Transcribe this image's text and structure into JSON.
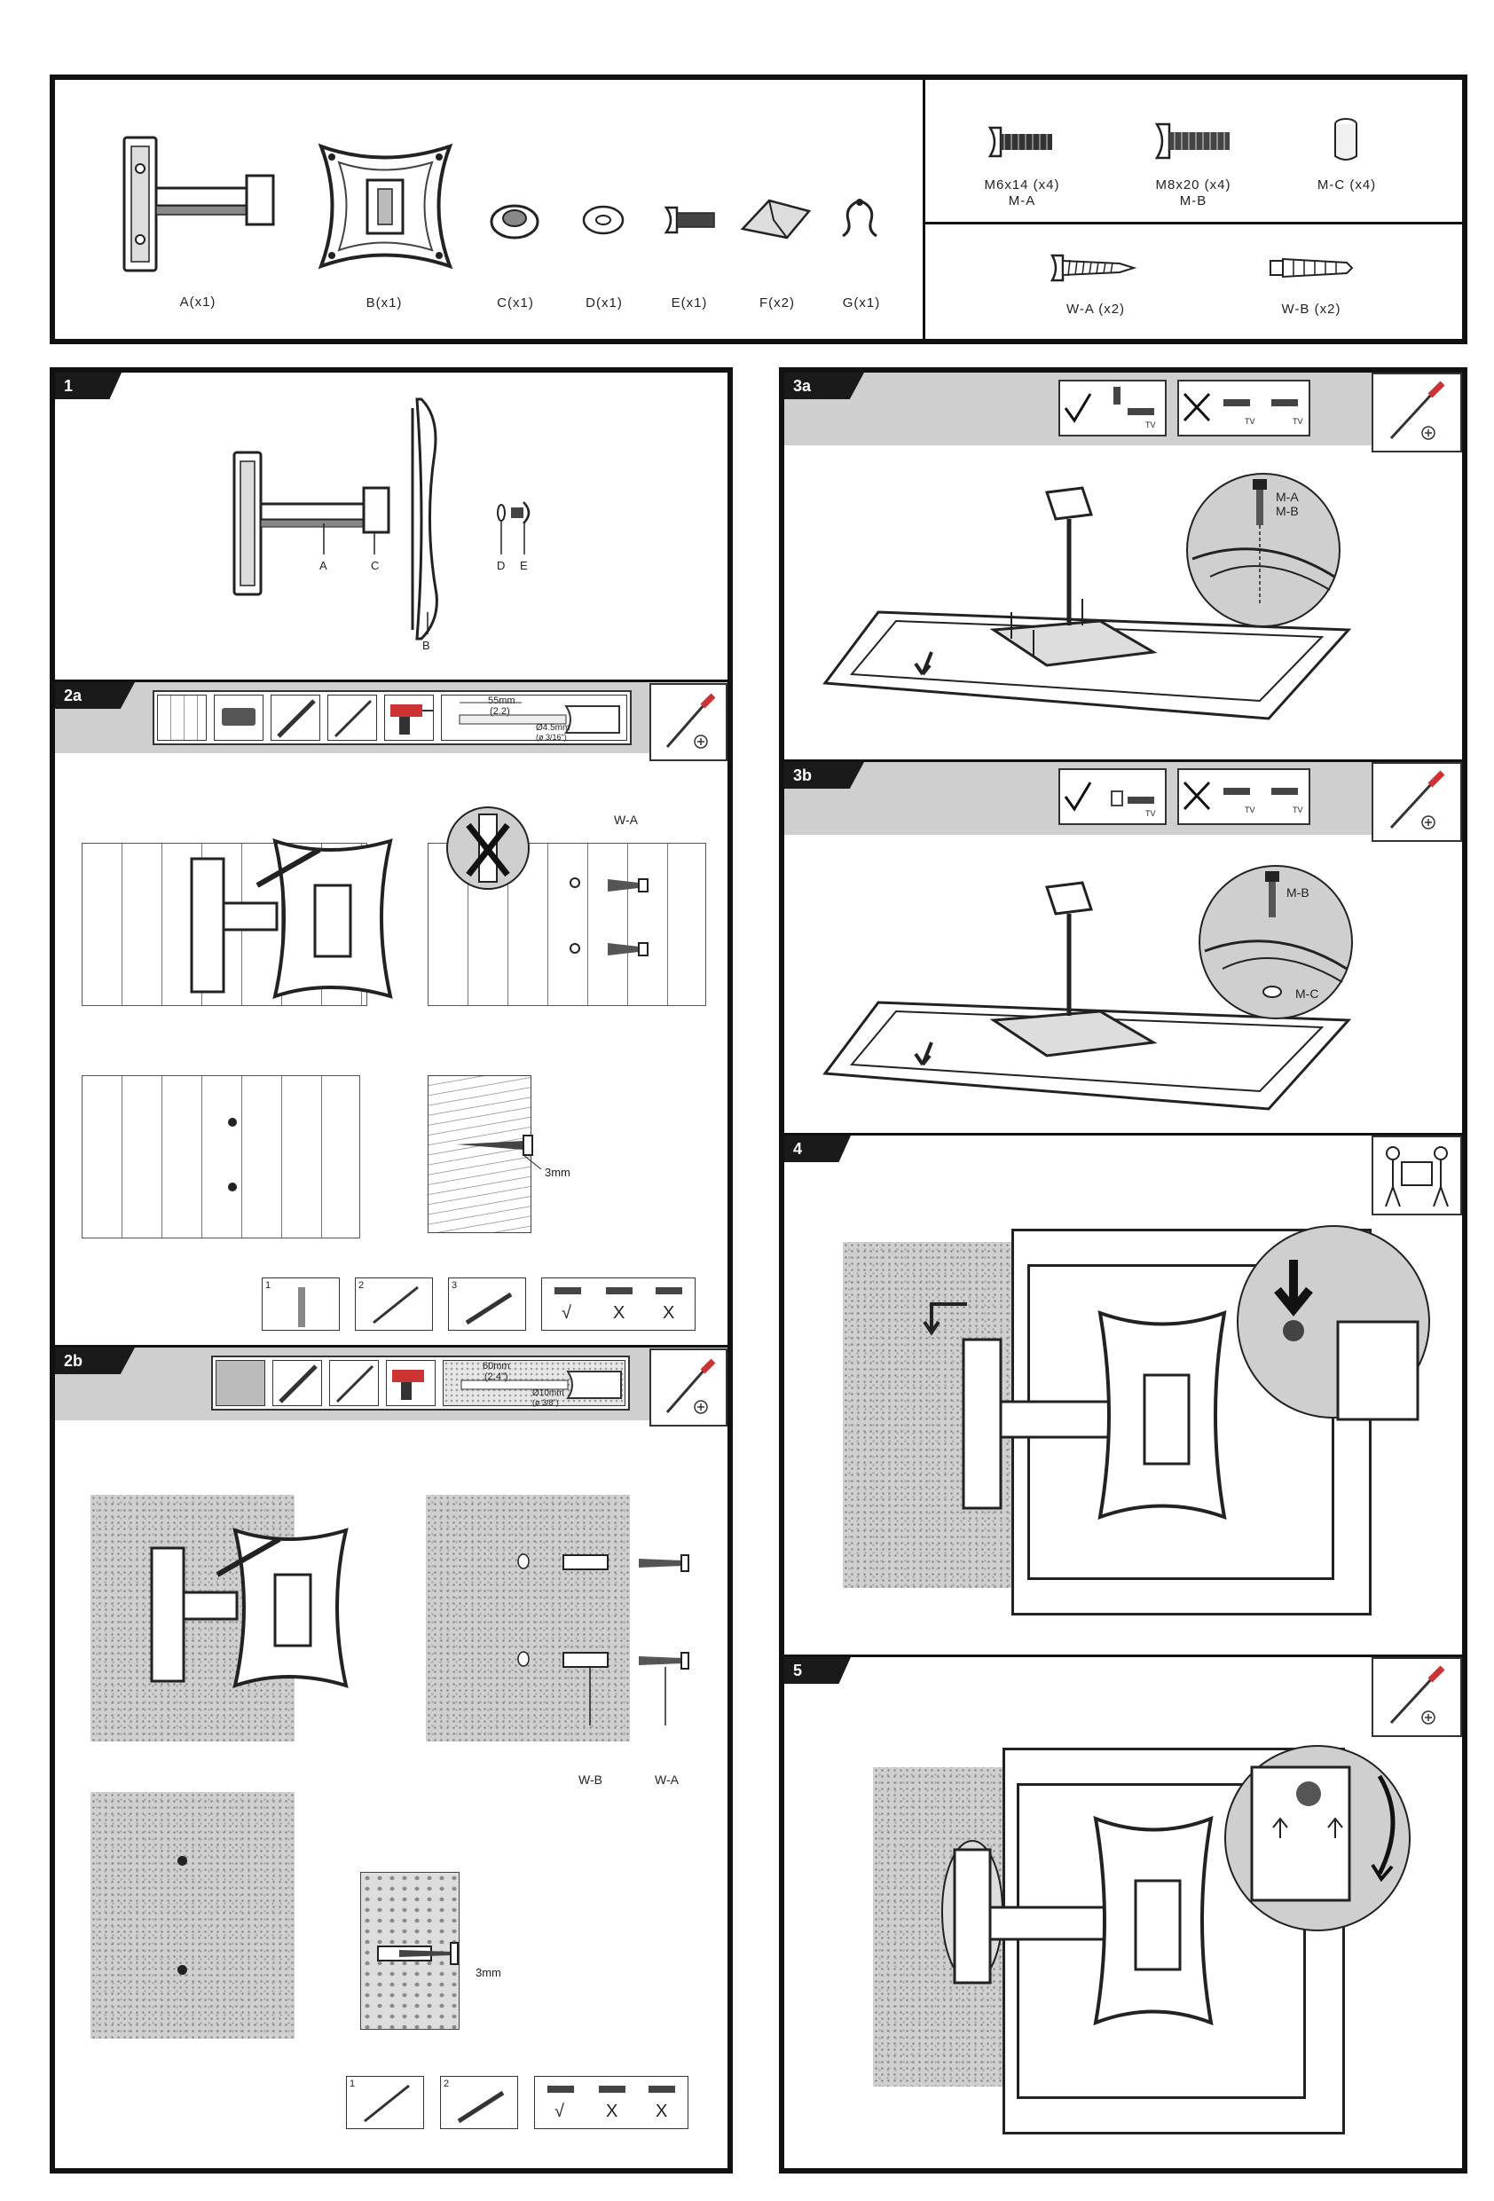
{
  "parts": {
    "left": [
      {
        "label": "A(x1)",
        "icon": "wall-plate-arm-icon"
      },
      {
        "label": "B(x1)",
        "icon": "vesa-plate-icon"
      },
      {
        "label": "C(x1)",
        "icon": "nut-icon"
      },
      {
        "label": "D(x1)",
        "icon": "washer-icon"
      },
      {
        "label": "E(x1)",
        "icon": "bolt-icon"
      },
      {
        "label": "F(x2)",
        "icon": "cable-clip-icon"
      },
      {
        "label": "G(x1)",
        "icon": "hook-icon"
      }
    ],
    "right_top": [
      {
        "label": "M6x14 (x4)",
        "sub": "M-A",
        "icon": "screw-icon"
      },
      {
        "label": "M8x20 (x4)",
        "sub": "M-B",
        "icon": "screw-icon"
      },
      {
        "label": "M-C (x4)",
        "sub": "",
        "icon": "spacer-icon"
      }
    ],
    "right_bottom": [
      {
        "label": "W-A (x2)",
        "icon": "wood-screw-icon"
      },
      {
        "label": "W-B (x2)",
        "icon": "wall-anchor-icon"
      }
    ]
  },
  "steps": {
    "s1": {
      "tag": "1",
      "callouts": [
        "A",
        "C",
        "D",
        "E",
        "B"
      ]
    },
    "s2a": {
      "tag": "2a",
      "drill_depth": "55mm",
      "drill_depth_in": "(2.2)",
      "bit": "Ø4.5mm",
      "bit_in": "(ø 3/16\")",
      "callout": "W-A",
      "gap": "3mm",
      "sub_steps": [
        "1",
        "2",
        "3"
      ],
      "check": "√",
      "cross": "X"
    },
    "s2b": {
      "tag": "2b",
      "drill_depth": "60mm",
      "drill_depth_in": "(2.4\")",
      "bit": "Ø10mm",
      "bit_in": "(ø 3/8\")",
      "callouts": [
        "W-B",
        "W-A"
      ],
      "gap": "3mm",
      "sub_steps": [
        "1",
        "2"
      ],
      "check": "√",
      "cross": "X"
    },
    "s3a": {
      "tag": "3a",
      "screws": [
        "M-A",
        "M-B"
      ],
      "tv": "TV"
    },
    "s3b": {
      "tag": "3b",
      "screws": [
        "M-B",
        "M-C"
      ],
      "tv": "TV"
    },
    "s4": {
      "tag": "4"
    },
    "s5": {
      "tag": "5"
    }
  },
  "colors": {
    "frame": "#111111",
    "header": "#cfcfcf",
    "wall": "#cfcfcf"
  }
}
